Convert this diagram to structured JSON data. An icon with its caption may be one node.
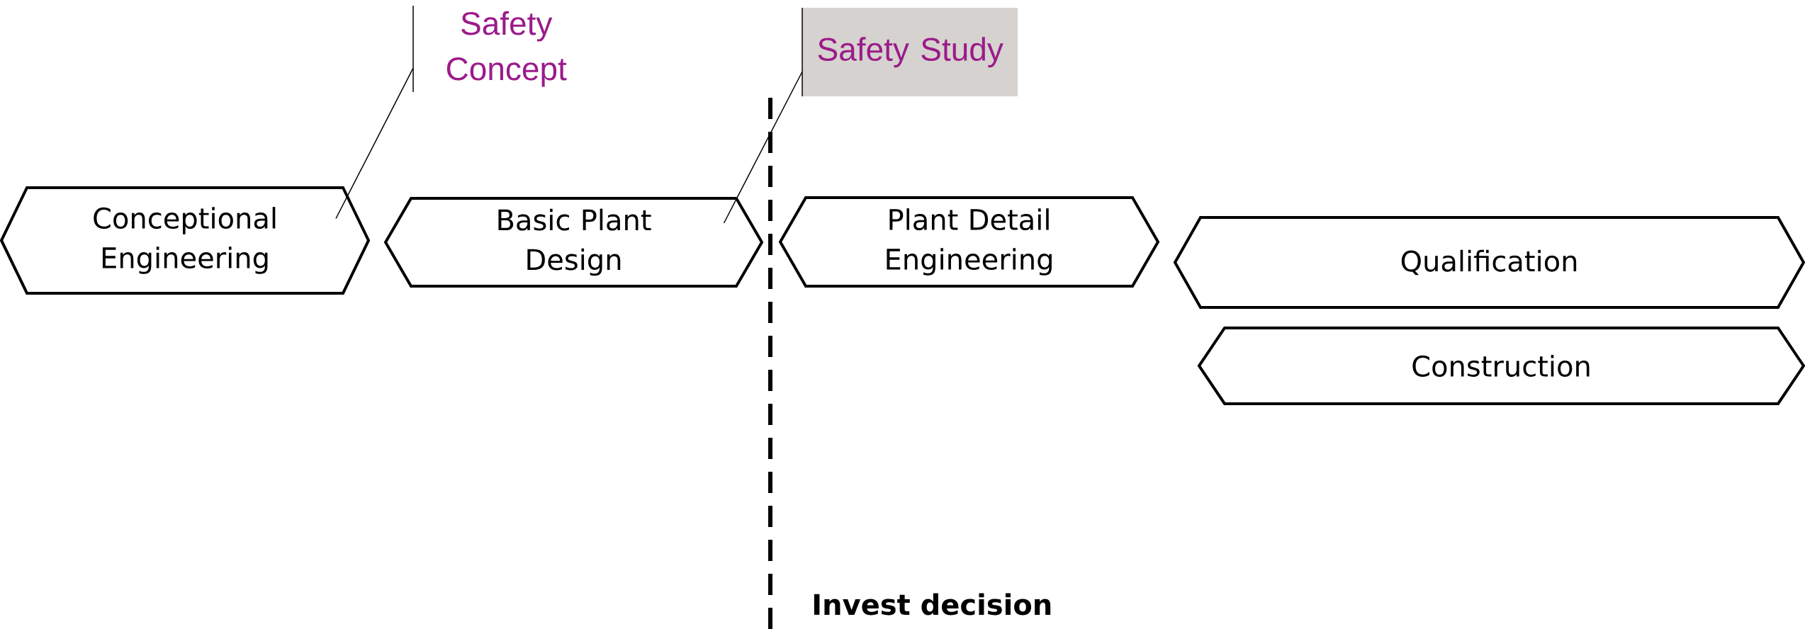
{
  "diagram": {
    "nodes": [
      {
        "text": [
          "Conceptional Engineering"
        ]
      },
      {
        "text": [
          "Basic Plant Design"
        ]
      },
      {
        "text": [
          "Plant Detail Engineering"
        ]
      },
      {
        "text": [
          "Qualification"
        ]
      },
      {
        "text": [
          "Construction"
        ]
      },
      {
        "text": [
          "Safety Concept"
        ]
      },
      {
        "text": [
          "Safety Study"
        ]
      }
    ],
    "edges": [
      {
        "from": 5,
        "to": 0,
        "arrow": "none"
      },
      {
        "from": 6,
        "to": 1,
        "arrow": "none"
      }
    ],
    "labels": [
      "Invest decision"
    ]
  }
}
